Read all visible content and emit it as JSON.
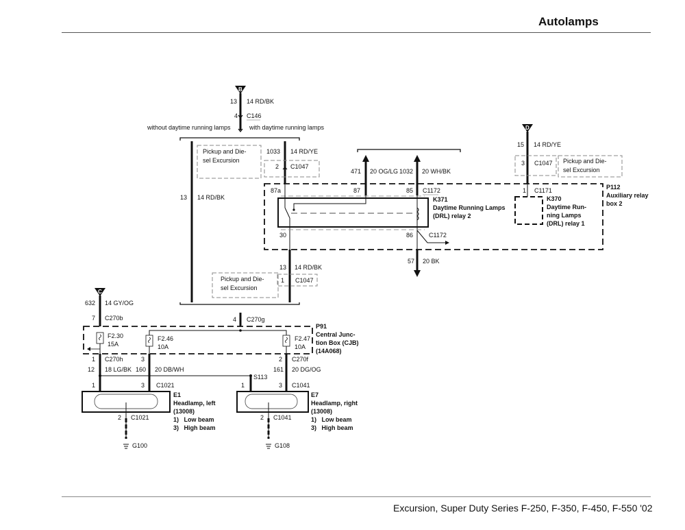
{
  "header": {
    "title": "Autolamps"
  },
  "footer": {
    "text": "Excursion, Super Duty Series F-250, F-350, F-450, F-550 '02"
  },
  "diagram": {
    "inputs": {
      "B": {
        "label": "B",
        "circuit": "13",
        "wire": "14 RD/BK",
        "pin": "4",
        "connector": "C146"
      },
      "C": {
        "label": "C",
        "circuit": "632",
        "wire": "14 GY/OG",
        "pin": "7",
        "connector": "C270b"
      },
      "D": {
        "label": "D",
        "circuit": "15",
        "wire": "14 RD/YE"
      }
    },
    "branch_labels": {
      "without": "without daytime running lamps",
      "with": "with daytime running lamps"
    },
    "option_note": "Pickup and Die-|sel Excursion",
    "wires": {
      "left_bypass": {
        "circuit": "13",
        "wire": "14 RD/BK"
      },
      "to_87a": {
        "circuit": "1033",
        "wire": "14 RD/YE",
        "pin": "2",
        "connector": "C1047"
      },
      "out_87": {
        "circuit": "471",
        "wire": "20 OG/LG"
      },
      "out_85": {
        "circuit": "1032",
        "wire": "20 WH/BK"
      },
      "from_30": {
        "circuit": "13",
        "wire": "14 RD/BK",
        "pin": "1",
        "connector": "C1047"
      },
      "ground_86": {
        "circuit": "57",
        "wire": "20 BK"
      },
      "d_feed": {
        "pin": "3",
        "connector": "C1047"
      },
      "to_cjb": {
        "pin": "4",
        "connector": "C270g"
      },
      "left_low": {
        "pin_top": "1",
        "connector_top": "C270h",
        "circuit": "12",
        "wire": "18 LG/BK",
        "pin_bottom": "1"
      },
      "left_high": {
        "pin_top": "3",
        "circuit": "160",
        "wire": "20 DB/WH",
        "pin_bottom": "3",
        "connector_bottom": "C1021"
      },
      "right_low": {
        "splice": "S113",
        "pin_bottom": "1"
      },
      "right_high": {
        "pin_top": "2",
        "connector_top": "C270f",
        "circuit": "161",
        "wire": "20 DG/OG",
        "pin_bottom": "3",
        "connector_bottom": "C1041"
      }
    },
    "relay_k371": {
      "id": "K371",
      "name_lines": [
        "Daytime Running Lamps",
        "(DRL) relay 2"
      ],
      "pins": {
        "p87a": "87a",
        "p87": "87",
        "p85": "85",
        "p30": "30",
        "p86": "86"
      },
      "connector": "C1172"
    },
    "relay_k370": {
      "id": "K370",
      "name_lines": [
        "Daytime Run-",
        "ning Lamps",
        "(DRL) relay 1"
      ],
      "pin": "1",
      "connector": "C1171"
    },
    "box_p112": {
      "id": "P112",
      "name_lines": [
        "Auxiliary relay",
        "box 2"
      ]
    },
    "box_p91": {
      "id": "P91",
      "name_lines": [
        "Central Junc-",
        "tion Box (CJB)",
        "(14A068)"
      ]
    },
    "fuses": [
      {
        "id": "F2.30",
        "rating": "15A"
      },
      {
        "id": "F2.46",
        "rating": "10A"
      },
      {
        "id": "F2.47",
        "rating": "10A"
      }
    ],
    "headlamps": [
      {
        "id": "E1",
        "name": "Headlamp, left",
        "part": "(13008)",
        "pins": [
          "1)   Low beam",
          "3)   High beam"
        ],
        "ground_pin": "2",
        "connector": "C1021",
        "ground": "G100"
      },
      {
        "id": "E7",
        "name": "Headlamp, right",
        "part": "(13008)",
        "pins": [
          "1)   Low beam",
          "3)   High beam"
        ],
        "ground_pin": "2",
        "connector": "C1041",
        "ground": "G108"
      }
    ]
  }
}
